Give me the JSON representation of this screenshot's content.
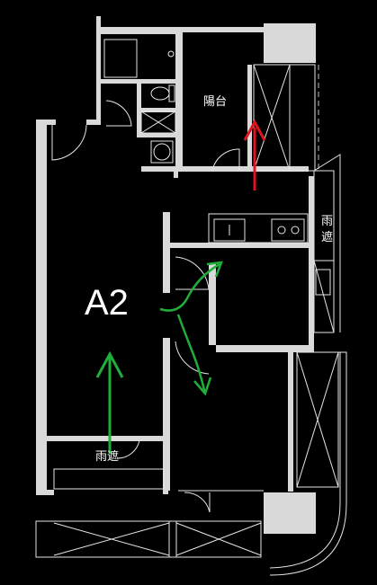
{
  "unit_label": "A2",
  "rooms": {
    "balcony_label": "陽台",
    "canopy_label_right": "雨遮",
    "canopy_label_bottom": "雨遮"
  },
  "colors": {
    "background": "#000000",
    "wall": "#d9d9d9",
    "arrow_red": "#e0141e",
    "arrow_green": "#1fae3a"
  }
}
